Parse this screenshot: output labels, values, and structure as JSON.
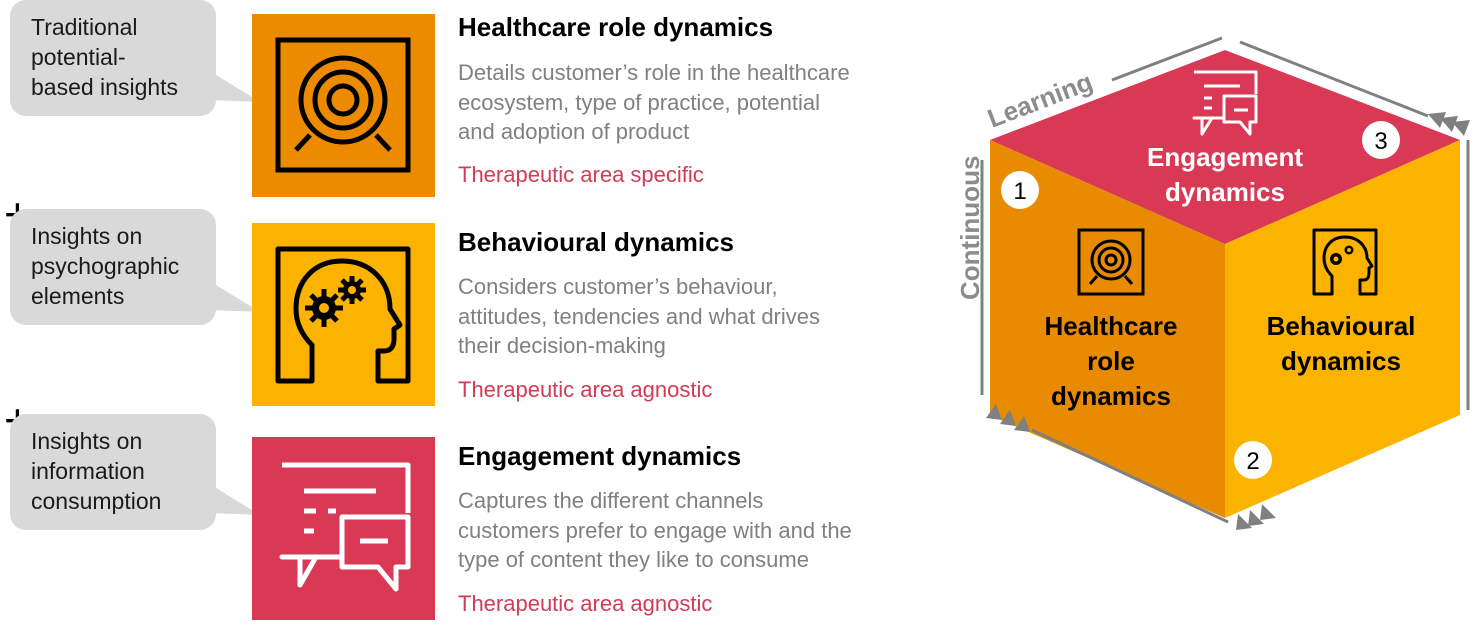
{
  "rows": [
    {
      "bubble": "Traditional\npotential-\nbased insights",
      "title": "Healthcare role dynamics",
      "description": "Details customer’s role in the healthcare\necosystem, type of practice, potential\nand adoption of product",
      "tag": "Therapeutic area specific",
      "icon": "target-icon",
      "color": "#ec8b00"
    },
    {
      "plus": "+",
      "bubble": "Insights on\npsychographic\nelements",
      "title": "Behavioural dynamics",
      "description": "Considers customer’s behaviour,\nattitudes, tendencies and what drives\ntheir decision-making",
      "tag": "Therapeutic area agnostic",
      "icon": "head-gears-icon",
      "color": "#fcb300"
    },
    {
      "plus": "+",
      "bubble": "Insights on\ninformation\nconsumption",
      "title": "Engagement dynamics",
      "description": "Captures the different channels\ncustomers prefer to engage with and the\ntype of content they like to consume",
      "tag": "Therapeutic area agnostic",
      "icon": "chat-bubbles-icon",
      "color": "#d93954"
    }
  ],
  "cube": {
    "cycle_word_1": "Continuous",
    "cycle_word_2": "Learning",
    "top_face": "Engagement\ndynamics",
    "left_face": "Healthcare\nrole\ndynamics",
    "right_face": "Behavioural\ndynamics",
    "badge_1": "1",
    "badge_2": "2",
    "badge_3": "3",
    "colors": {
      "top": "#d93954",
      "left": "#e98b00",
      "right": "#fcb300",
      "arrow": "#808080"
    }
  }
}
